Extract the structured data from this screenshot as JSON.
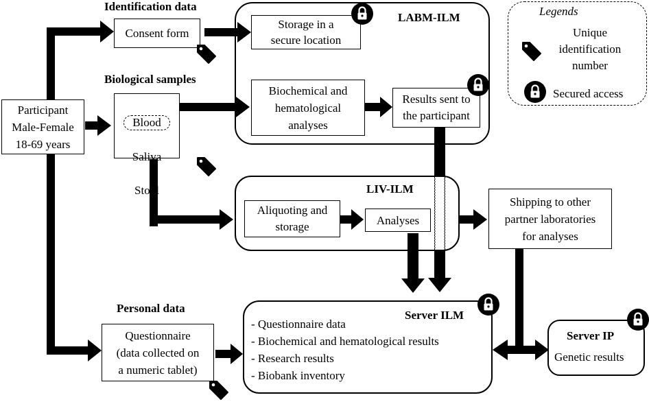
{
  "headers": {
    "identification": "Identification data",
    "biological": "Biological samples",
    "personal": "Personal data"
  },
  "participant": {
    "text": "Participant\nMale-Female\n18-69 years"
  },
  "consent_form": "Consent form",
  "samples": {
    "blood": "Blood",
    "saliva": "Saliva",
    "stool": "Stool"
  },
  "labm": {
    "title": "LABM-ILM",
    "storage": "Storage in a\nsecure location",
    "analyses": "Biochemical and\nhematological\nanalyses",
    "results": "Results sent to\nthe participant"
  },
  "liv": {
    "title": "LIV-ILM",
    "aliquoting": "Aliquoting and\nstorage",
    "analyses": "Analyses"
  },
  "shipping": "Shipping to other\npartner laboratories\nfor analyses",
  "questionnaire": "Questionnaire\n(data collected on\na numeric tablet)",
  "server_ilm": {
    "title": "Server ILM",
    "items": [
      "- Questionnaire data",
      "- Biochemical and hematological results",
      "- Research results",
      "- Biobank inventory"
    ]
  },
  "server_ip": {
    "title": "Server IP",
    "text": "Genetic results"
  },
  "legend": {
    "title": "Legends",
    "tag_label": "Unique\nidentification\nnumber",
    "lock_label": "Secured access"
  },
  "icons": {
    "tag": "tag-icon",
    "lock": "lock-icon"
  }
}
